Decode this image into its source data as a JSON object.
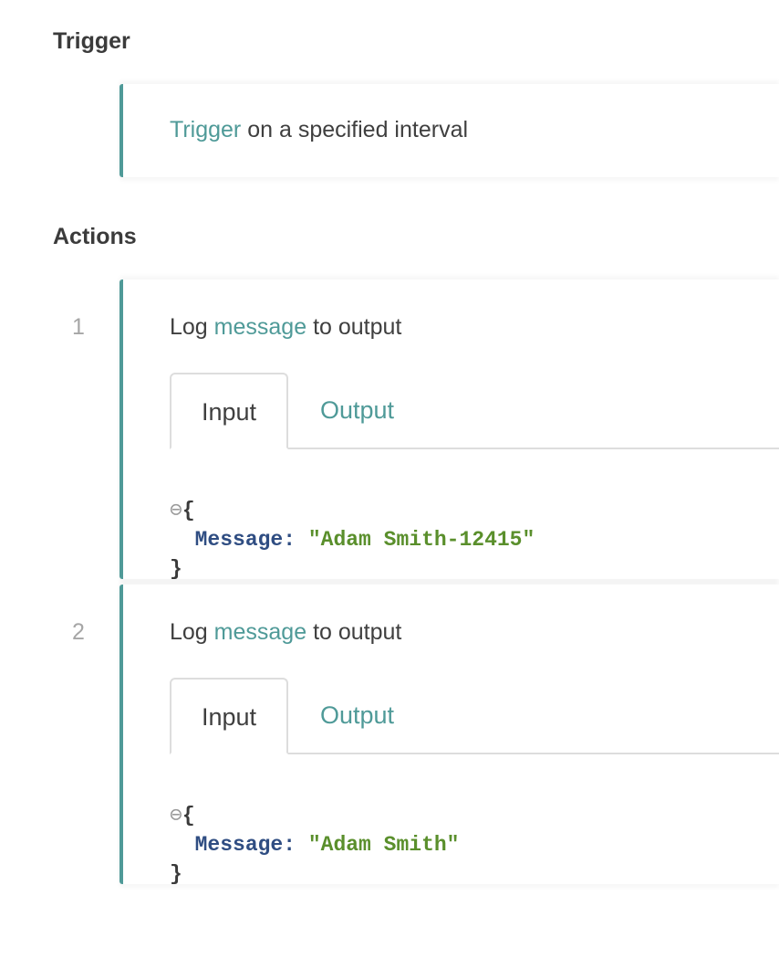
{
  "trigger": {
    "title": "Trigger",
    "link_text": "Trigger",
    "suffix": " on a specified interval"
  },
  "actions": {
    "title": "Actions",
    "steps": [
      {
        "number": "1",
        "prefix": "Log ",
        "link_text": "message",
        "suffix": " to output",
        "tabs": [
          "Input",
          "Output"
        ],
        "active_tab": "Input",
        "json": {
          "collapse_icon": "⊖",
          "open": "{",
          "key": "Message:",
          "value": "\"Adam Smith-12415\"",
          "close": "}"
        }
      },
      {
        "number": "2",
        "prefix": "Log ",
        "link_text": "message",
        "suffix": " to output",
        "tabs": [
          "Input",
          "Output"
        ],
        "active_tab": "Input",
        "json": {
          "collapse_icon": "⊖",
          "open": "{",
          "key": "Message:",
          "value": "\"Adam Smith\"",
          "close": "}"
        }
      }
    ]
  },
  "colors": {
    "accent": "#4f9a98",
    "json_key": "#2f4d82",
    "json_string": "#5a8f2c"
  }
}
